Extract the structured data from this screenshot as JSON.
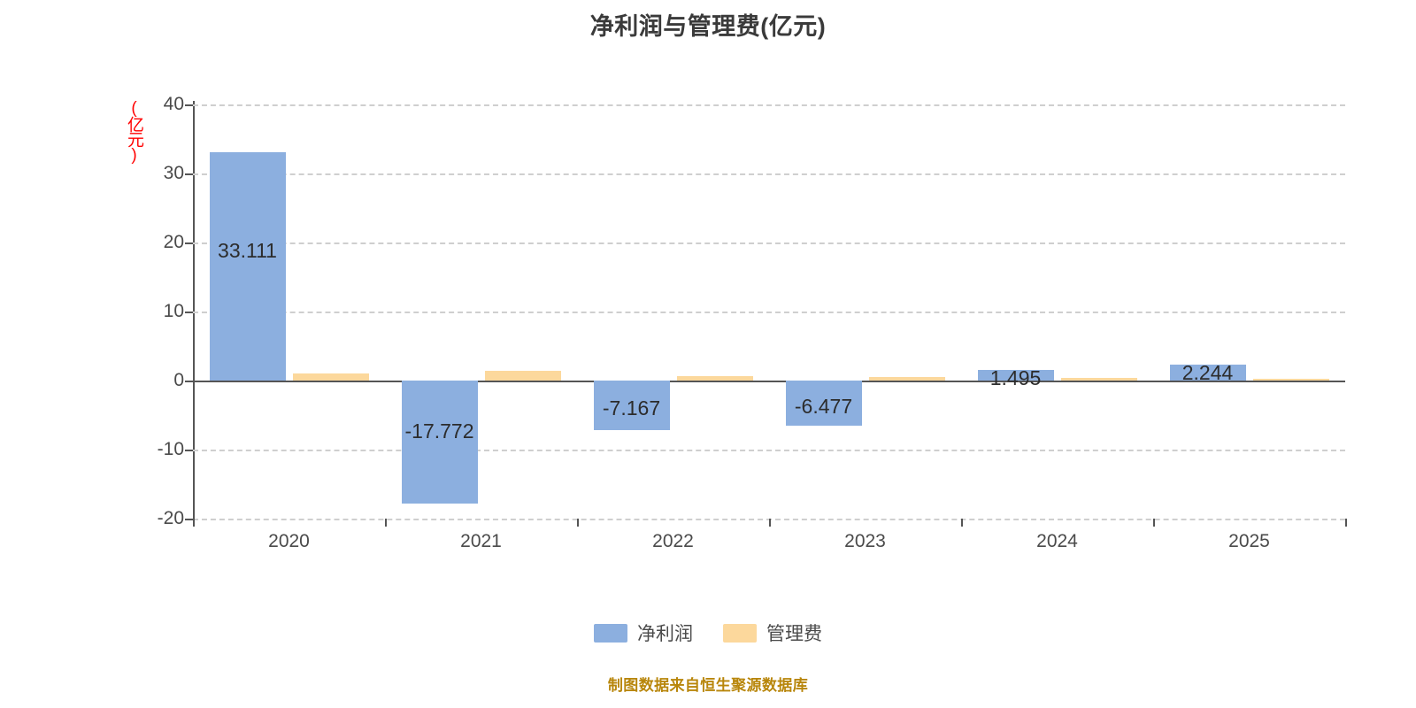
{
  "title": "净利润与管理费(亿元)",
  "y_unit_label": "(亿元)",
  "footer": "制图数据来自恒生聚源数据库",
  "legend": {
    "items": [
      {
        "label": "净利润",
        "color": "#8cafdf",
        "key": "net"
      },
      {
        "label": "管理费",
        "color": "#fcd89c",
        "key": "adm"
      }
    ]
  },
  "axis": {
    "y_ticks": [
      "40",
      "30",
      "20",
      "10",
      "0",
      "-10",
      "-20"
    ],
    "x_ticks": [
      "2020",
      "2021",
      "2022",
      "2023",
      "2024",
      "2025"
    ]
  },
  "chart_data": {
    "type": "bar",
    "title": "净利润与管理费(亿元)",
    "xlabel": "",
    "ylabel": "(亿元)",
    "ylim": [
      -20,
      40
    ],
    "yticks": [
      -20,
      -10,
      0,
      10,
      20,
      30,
      40
    ],
    "grid": true,
    "legend_position": "bottom",
    "categories": [
      "2020",
      "2021",
      "2022",
      "2023",
      "2024",
      "2025"
    ],
    "series": [
      {
        "name": "净利润",
        "color": "#8cafdf",
        "values": [
          33.111,
          -17.772,
          -7.167,
          -6.477,
          1.495,
          2.244
        ],
        "labels": [
          "33.111",
          "-17.772",
          "-7.167",
          "-6.477",
          "1.495",
          "2.244"
        ]
      },
      {
        "name": "管理费",
        "color": "#fcd89c",
        "values": [
          0.98,
          1.38,
          0.69,
          0.45,
          0.34,
          0.2
        ],
        "labels": [
          "",
          "",
          "",
          "",
          "",
          ""
        ]
      }
    ]
  }
}
